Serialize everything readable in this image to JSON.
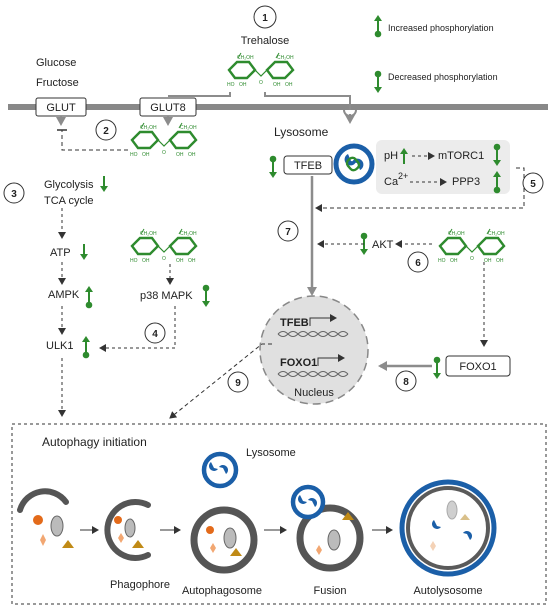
{
  "legend": {
    "increased": "Increased phosphorylation",
    "decreased": "Decreased phosphorylation"
  },
  "colors": {
    "green": "#2e8b2e",
    "membrane": "#888888",
    "lysosome_blue": "#1b5fa8",
    "grey_arrow": "#8c8c8c",
    "shaded_box": "#ececec",
    "nucleus": "#e0e0e0",
    "autophagosome": "#5a5a5a",
    "orange": "#e36a1a",
    "peach": "#f2a772",
    "olive": "#c08a16"
  },
  "molecules": {
    "trehalose": "Trehalose",
    "glucose": "Glucose",
    "fructose": "Fructose",
    "glut": "GLUT",
    "glut8": "GLUT8"
  },
  "numbers": [
    "1",
    "2",
    "3",
    "4",
    "5",
    "6",
    "7",
    "8",
    "9"
  ],
  "pathways": {
    "glycolysis": "Glycolysis",
    "tca": "TCA cycle",
    "atp": "ATP",
    "ampk": "AMPK",
    "ulk1": "ULK1",
    "p38": "p38 MAPK"
  },
  "lysosome": {
    "label": "Lysosome",
    "tfeb": "TFEB",
    "ph": "pH",
    "mtorc1": "mTORC1",
    "ca": "Ca",
    "ca_sup": "2+",
    "ppp3": "PPP3"
  },
  "akt": {
    "label": "AKT"
  },
  "foxo": {
    "label": "FOXO1"
  },
  "nucleus": {
    "label": "Nucleus",
    "tfeb": "TFEB",
    "foxo1": "FOXO1"
  },
  "autophagy": {
    "title": "Autophagy initiation",
    "lysosome": "Lysosome",
    "phagophore": "Phagophore",
    "autophagosome": "Autophagosome",
    "fusion": "Fusion",
    "autolysosome": "Autolysosome"
  }
}
